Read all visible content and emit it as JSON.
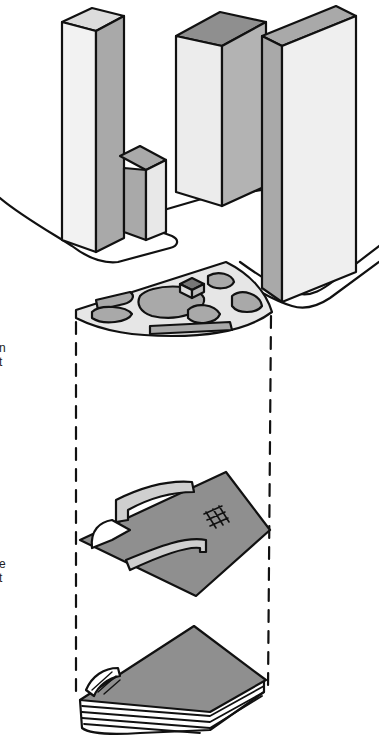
{
  "diagram": {
    "labels": [
      "n",
      "t",
      "e",
      "t"
    ]
  }
}
